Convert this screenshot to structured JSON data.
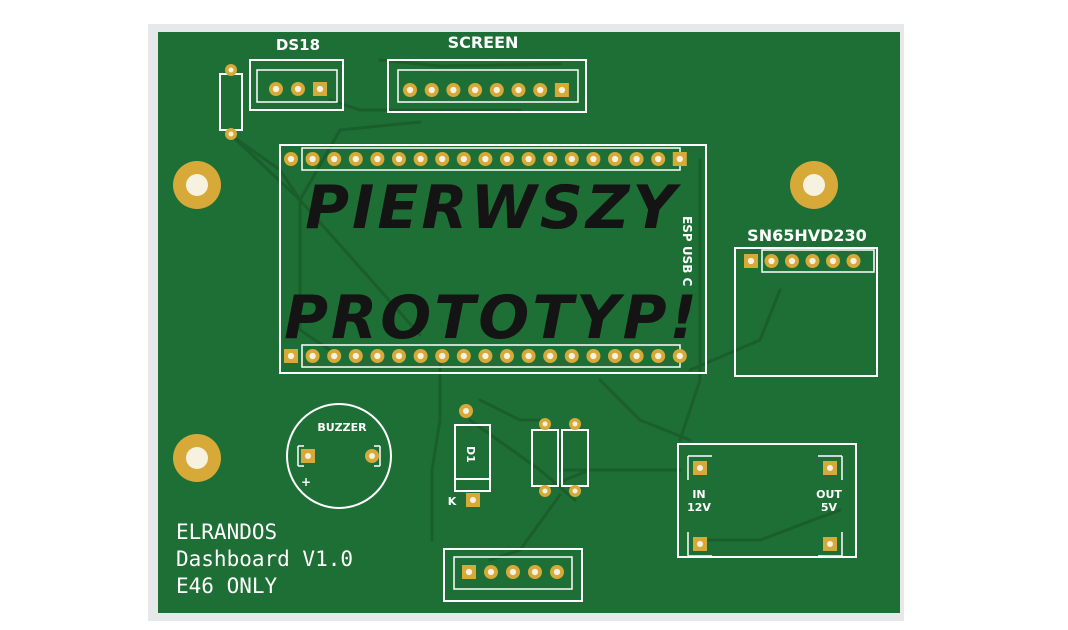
{
  "board": {
    "colors": {
      "outline": "#e6e8ea",
      "mask": "#1e6f35",
      "trace": "#1a5e2c",
      "silkscreen": "#ffffff",
      "copper": "#d6a939",
      "drill": "#f7f1e0",
      "stamp_text": "#141414"
    },
    "stamp": {
      "line1": "PIERWSZY",
      "line2": "PROTOTYP!"
    },
    "labels": {
      "ds18": "DS18",
      "screen": "SCREEN",
      "esp": "ESP USB C",
      "transceiver": "SN65HVD230",
      "buzzer": "BUZZER",
      "buzzer_plus": "+",
      "diode": "D1",
      "diode_k": "K",
      "converter_in": "IN",
      "converter_in_v": "12V",
      "converter_out": "OUT",
      "converter_out_v": "5V"
    },
    "footer": {
      "line1": "ELRANDOS",
      "line2": "Dashboard V1.0",
      "line3": "E46 ONLY"
    },
    "icons": {
      "mounting_hole": "mounting-hole-icon",
      "pad": "solder-pad-icon"
    }
  }
}
